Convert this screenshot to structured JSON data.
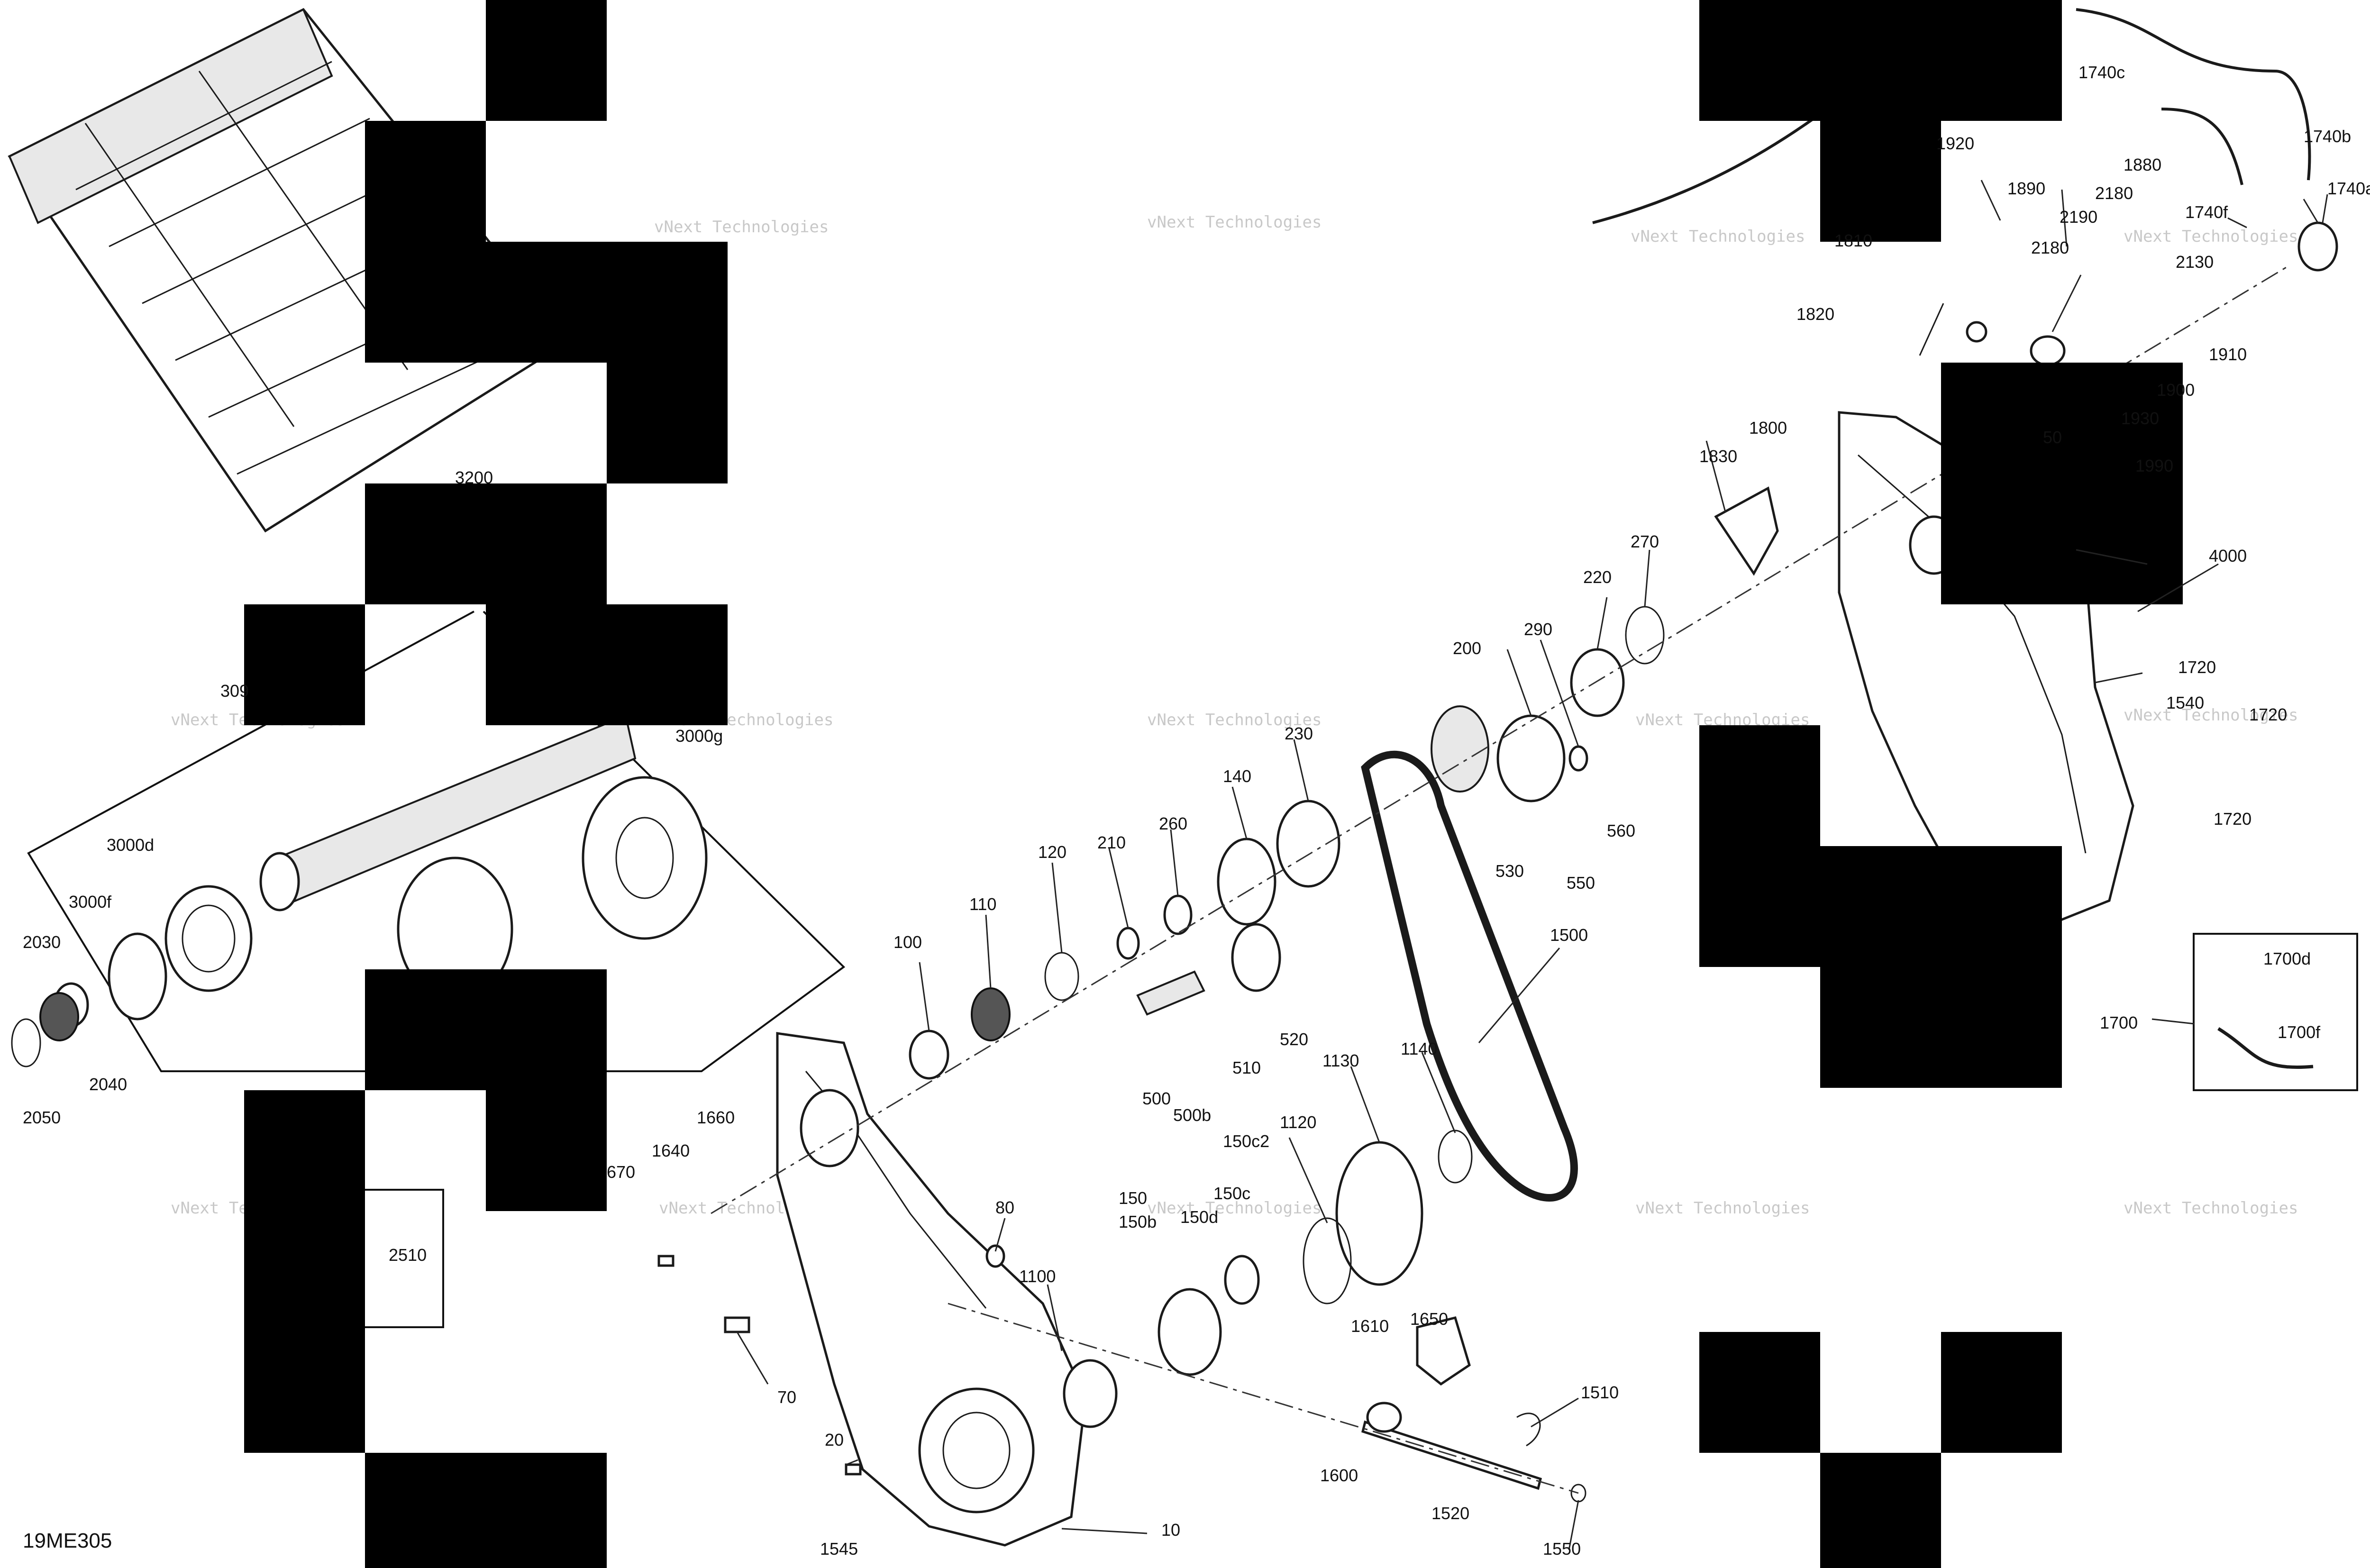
{
  "figure_code": "19ME305",
  "watermark": {
    "line1": "vNext Technologies",
    "line2": "Technologies"
  },
  "colors": {
    "line": "#1a1a1a",
    "mask": "#000000",
    "watermark": "#c8c8c8",
    "shade": "#e8e8e8"
  },
  "labels": {
    "l10": "10",
    "l20": "20",
    "l70": "70",
    "l80": "80",
    "l100": "100",
    "l110": "110",
    "l120": "120",
    "l140": "140",
    "l150": "150",
    "l150b": "150b",
    "l150c": "150c",
    "l150c2": "150c2",
    "l150d": "150d",
    "l200": "200",
    "l210": "210",
    "l220": "220",
    "l230": "230",
    "l260": "260",
    "l270": "270",
    "l290": "290",
    "l500": "500",
    "l500b": "500b",
    "l510": "510",
    "l520": "520",
    "l530": "530",
    "l550": "550",
    "l560": "560",
    "l1100": "1100",
    "l1120": "1120",
    "l1130": "1130",
    "l1140": "1140",
    "l1500": "1500",
    "l1510": "1510",
    "l1520": "1520",
    "l1540": "1540",
    "l1545": "1545",
    "l1550": "1550",
    "l1600": "1600",
    "l1610": "1610",
    "l1640": "1640",
    "l1650": "1650",
    "l1660": "1660",
    "l1670": "670",
    "l1700": "1700",
    "l1700d": "1700d",
    "l1700f": "1700f",
    "l1720a": "1720",
    "l1720b": "1720",
    "l1720c": "1720",
    "l1740a": "1740a",
    "l1740b": "1740b",
    "l1740c": "1740c",
    "l1740f": "1740f",
    "l1800": "1800",
    "l1810": "1810",
    "l1820": "1820",
    "l1830": "1830",
    "l1880": "1880",
    "l1890": "1890",
    "l1900": "1900",
    "l1910": "1910",
    "l1920": "1920",
    "l1930": "1930",
    "l1990": "1990",
    "l1950": "50",
    "l2030": "2030",
    "l2040": "2040",
    "l2050": "2050",
    "l2130": "2130",
    "l2180a": "2180",
    "l2180b": "2180",
    "l2190": "2190",
    "l2510": "2510",
    "l3000d": "3000d",
    "l3000f": "3000f",
    "l3000g": "3000g",
    "l3090": "309",
    "l3200": "3200",
    "l4000": "4000"
  }
}
